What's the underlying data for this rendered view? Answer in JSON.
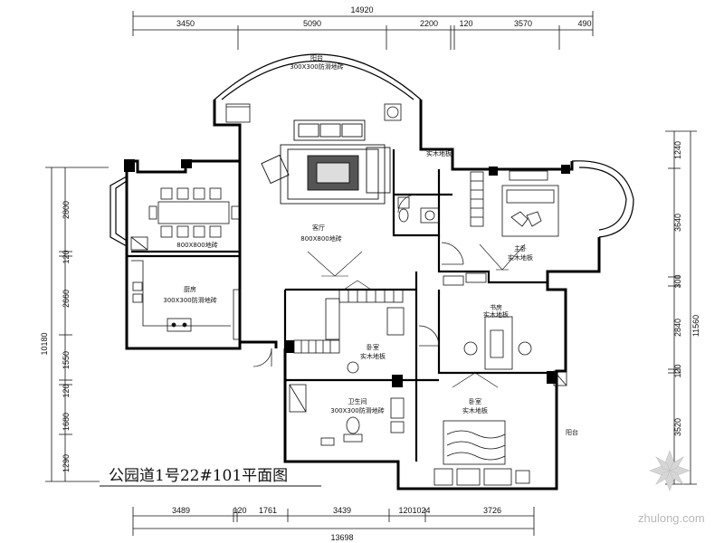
{
  "title": "公园道1号22#101平面图",
  "watermark": "zhulong.com",
  "dims": {
    "top_total": "14920",
    "top": [
      "3450",
      "5090",
      "2200",
      "120",
      "3570",
      "490"
    ],
    "bottom": [
      "3489",
      "120",
      "1761",
      "3439",
      "1201024",
      "3726"
    ],
    "bottom_total": "13698",
    "left_total": "10180",
    "left": [
      "2800",
      "120",
      "2660",
      "1550",
      "120",
      "1680",
      "1290"
    ],
    "right_total": "11560",
    "right": [
      "1240",
      "3640",
      "300",
      "2840",
      "120",
      "3520"
    ]
  },
  "rooms": {
    "balcony_north": "阳台",
    "balcony_north_floor": "300X300防滑地砖",
    "living": "客厅",
    "living_floor": "800X800地砖",
    "dining_floor": "800X800地砖",
    "kitchen": "厨房",
    "kitchen_floor": "300X300防滑地砖",
    "master_bed": "主卧",
    "master_bed_floor": "实木地板",
    "study": "书房",
    "study_floor": "实木地板",
    "bed2": "卧室",
    "bed2_floor": "实木地板",
    "bed3": "卧室",
    "bed3_floor": "实木地板",
    "bath": "卫生间",
    "bath_floor": "300X300防滑地砖",
    "balcony_east": "阳台",
    "label_top_right": "实木地板"
  },
  "colors": {
    "line": "#111111",
    "wall": "#000000"
  }
}
